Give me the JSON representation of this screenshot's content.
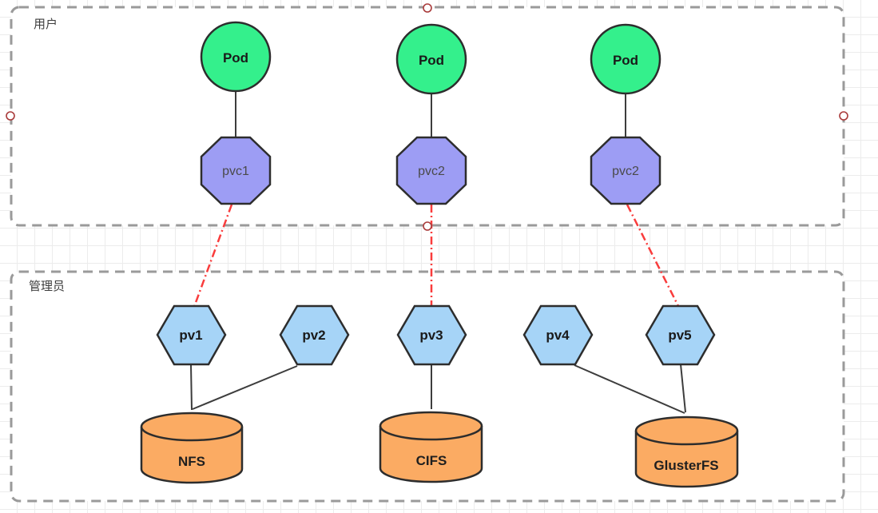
{
  "groups": {
    "user": {
      "label": "用户"
    },
    "admin": {
      "label": "管理员"
    }
  },
  "nodes": {
    "pods": [
      {
        "label": "Pod"
      },
      {
        "label": "Pod"
      },
      {
        "label": "Pod"
      }
    ],
    "pvcs": [
      {
        "label": "pvc1"
      },
      {
        "label": "pvc2"
      },
      {
        "label": "pvc2"
      }
    ],
    "pvs": [
      {
        "label": "pv1"
      },
      {
        "label": "pv2"
      },
      {
        "label": "pv3"
      },
      {
        "label": "pv4"
      },
      {
        "label": "pv5"
      }
    ],
    "storages": [
      {
        "label": "NFS"
      },
      {
        "label": "CIFS"
      },
      {
        "label": "GlusterFS"
      }
    ]
  },
  "connections": {
    "pod_to_pvc": [
      [
        "Pod-1",
        "pvc1"
      ],
      [
        "Pod-2",
        "pvc2"
      ],
      [
        "Pod-3",
        "pvc2"
      ]
    ],
    "pvc_to_pv_dashed_red": [
      [
        "pvc1",
        "pv1"
      ],
      [
        "pvc2",
        "pv3"
      ],
      [
        "pvc2",
        "pv5"
      ]
    ],
    "pv_to_storage": [
      [
        "pv1",
        "NFS"
      ],
      [
        "pv2",
        "NFS"
      ],
      [
        "pv3",
        "CIFS"
      ],
      [
        "pv4",
        "GlusterFS"
      ],
      [
        "pv5",
        "GlusterFS"
      ]
    ]
  },
  "colors": {
    "pod_fill": "#34f08c",
    "pvc_fill": "#9d9df4",
    "pv_fill": "#a6d4f7",
    "storage_fill": "#fbab63",
    "shape_stroke": "#2d2d2d",
    "edge_stroke": "#3d3d3d",
    "bind_edge_red": "#f93c3c",
    "container_stroke": "#9a9a9a",
    "handle_stroke": "#a93a3a",
    "grid_line": "#ececec"
  }
}
